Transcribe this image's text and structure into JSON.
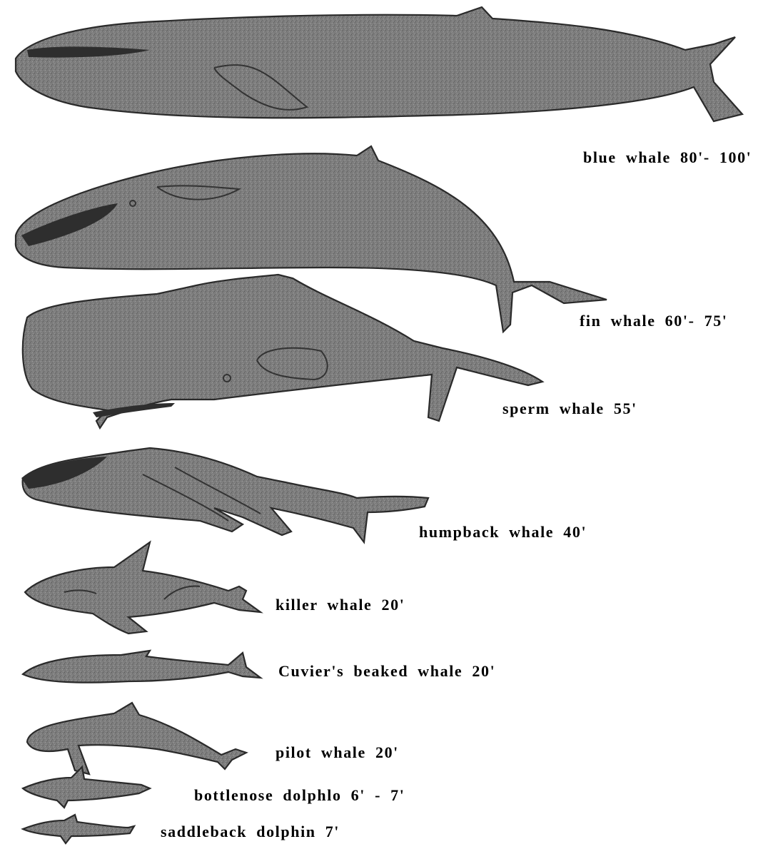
{
  "colors": {
    "whale_body": "#7a7a7a",
    "whale_outline": "#2a2a2a",
    "text": "#000000",
    "background": "#ffffff"
  },
  "species": [
    {
      "id": "blue",
      "label": "blue whale 80'- 100'"
    },
    {
      "id": "fin",
      "label": "fin whale 60'- 75'"
    },
    {
      "id": "sperm",
      "label": "sperm whale 55'"
    },
    {
      "id": "humpback",
      "label": "humpback whale 40'"
    },
    {
      "id": "killer",
      "label": "killer whale 20'"
    },
    {
      "id": "cuvier",
      "label": "Cuvier's beaked whale 20'"
    },
    {
      "id": "pilot",
      "label": "pilot whale 20'"
    },
    {
      "id": "bottlenose",
      "label": "bottlenose dolphlo 6' - 7'"
    },
    {
      "id": "saddleback",
      "label": "saddleback dolphin 7'"
    }
  ]
}
